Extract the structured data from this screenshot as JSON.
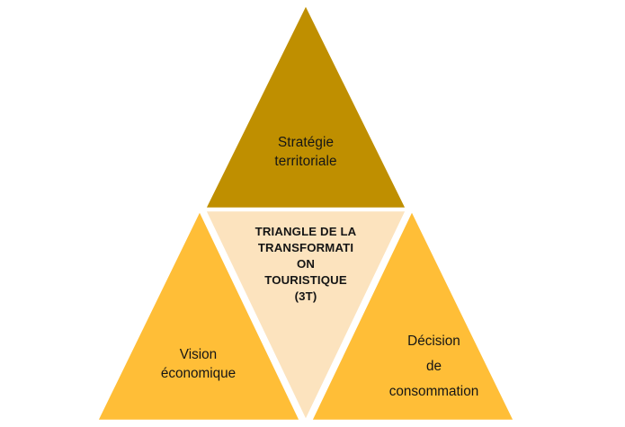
{
  "diagram": {
    "title_text": "TRIANGLE DE LA TRANSFORMATI\nON\nTOURISTIQUE\n(3T)",
    "background_color": "#FFFFFF",
    "separator_color": "#FFFFFF",
    "text_color": "#151515",
    "nodes": {
      "apex": {
        "label": "Stratégie\nterritoriale",
        "color": "#BF8F00",
        "position": "top"
      },
      "center": {
        "label": "TRIANGLE DE LA TRANSFORMATI\nON\nTOURISTIQUE\n(3T)",
        "color": "#FCE3BE",
        "position": "center"
      },
      "bottom_left": {
        "label": "Vision\néconomique",
        "color": "#FFBE37",
        "position": "bottom-left"
      },
      "bottom_right": {
        "label": "Décision\nde\nconsommation",
        "color": "#FFBE37",
        "position": "bottom-right"
      }
    }
  }
}
